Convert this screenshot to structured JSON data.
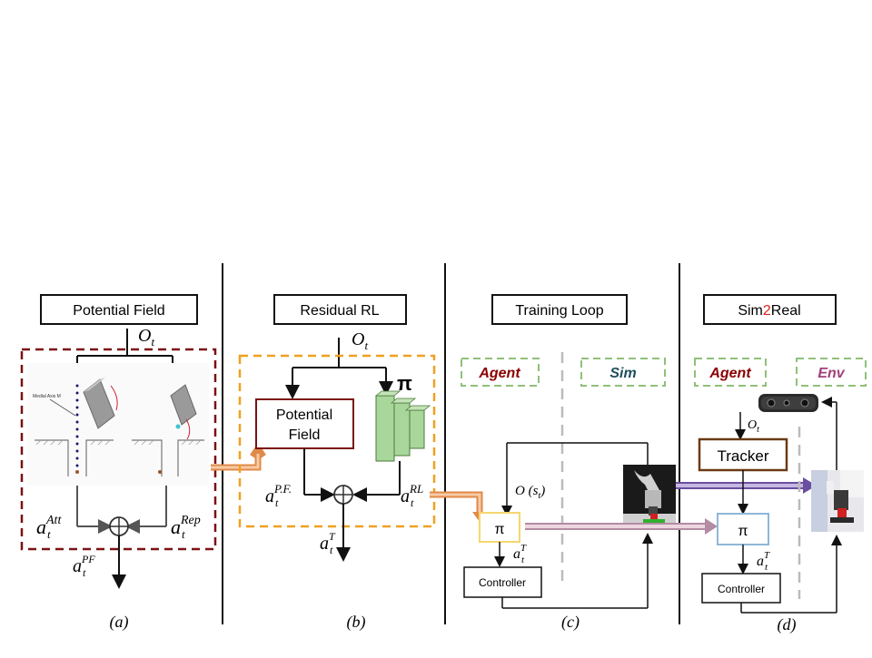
{
  "panels": {
    "a": {
      "title": "Potential Field",
      "obs": "O",
      "obs_sub": "t",
      "att_base": "a",
      "att_sub": "t",
      "att_sup": "Att",
      "rep_base": "a",
      "rep_sub": "t",
      "rep_sup": "Rep",
      "out_base": "a",
      "out_sub": "t",
      "out_sup": "PF",
      "caption": "(a)",
      "inset_label": "Medial Axis M"
    },
    "b": {
      "title": "Residual RL",
      "obs": "O",
      "obs_sub": "t",
      "pf_line1": "Potential",
      "pf_line2": "Field",
      "pi": "π",
      "pf_base": "a",
      "pf_sub": "t",
      "pf_sup": "P.F.",
      "rl_base": "a",
      "rl_sub": "t",
      "rl_sup": "RL",
      "out_base": "a",
      "out_sub": "t",
      "out_sup": "T",
      "caption": "(b)"
    },
    "c": {
      "title": "Training Loop",
      "agent": "Agent",
      "sim": "Sim",
      "obs": "O (s",
      "obs_sub": "t",
      "obs_close": ")",
      "pi": "π",
      "act_base": "a",
      "act_sub": "t",
      "act_sup": "T",
      "controller": "Controller",
      "caption": "(c)"
    },
    "d": {
      "title_a": "Sim",
      "title_b": "2",
      "title_c": "Real",
      "agent": "Agent",
      "env": "Env",
      "obs": "O",
      "obs_sub": "t",
      "tracker": "Tracker",
      "pi": "π",
      "act_base": "a",
      "act_sub": "t",
      "act_sup": "T",
      "controller": "Controller",
      "caption": "(d)"
    }
  },
  "colors": {
    "dark_red": "#7b1113",
    "orange": "#f0a020",
    "green_dash": "#8fc07a",
    "agent_text": "#8b0000",
    "sim_text": "#1f4e5f",
    "env_text": "#a0407a",
    "tracker_border": "#6b3a14",
    "pi_blue": "#8fb7d8",
    "pi_yellow": "#f5d76e",
    "net_green": "#a9d69a",
    "arrow_purple": "#7b5fa8",
    "arrow_pink": "#d8b4c6",
    "sim2real_red": "#e0201b"
  }
}
